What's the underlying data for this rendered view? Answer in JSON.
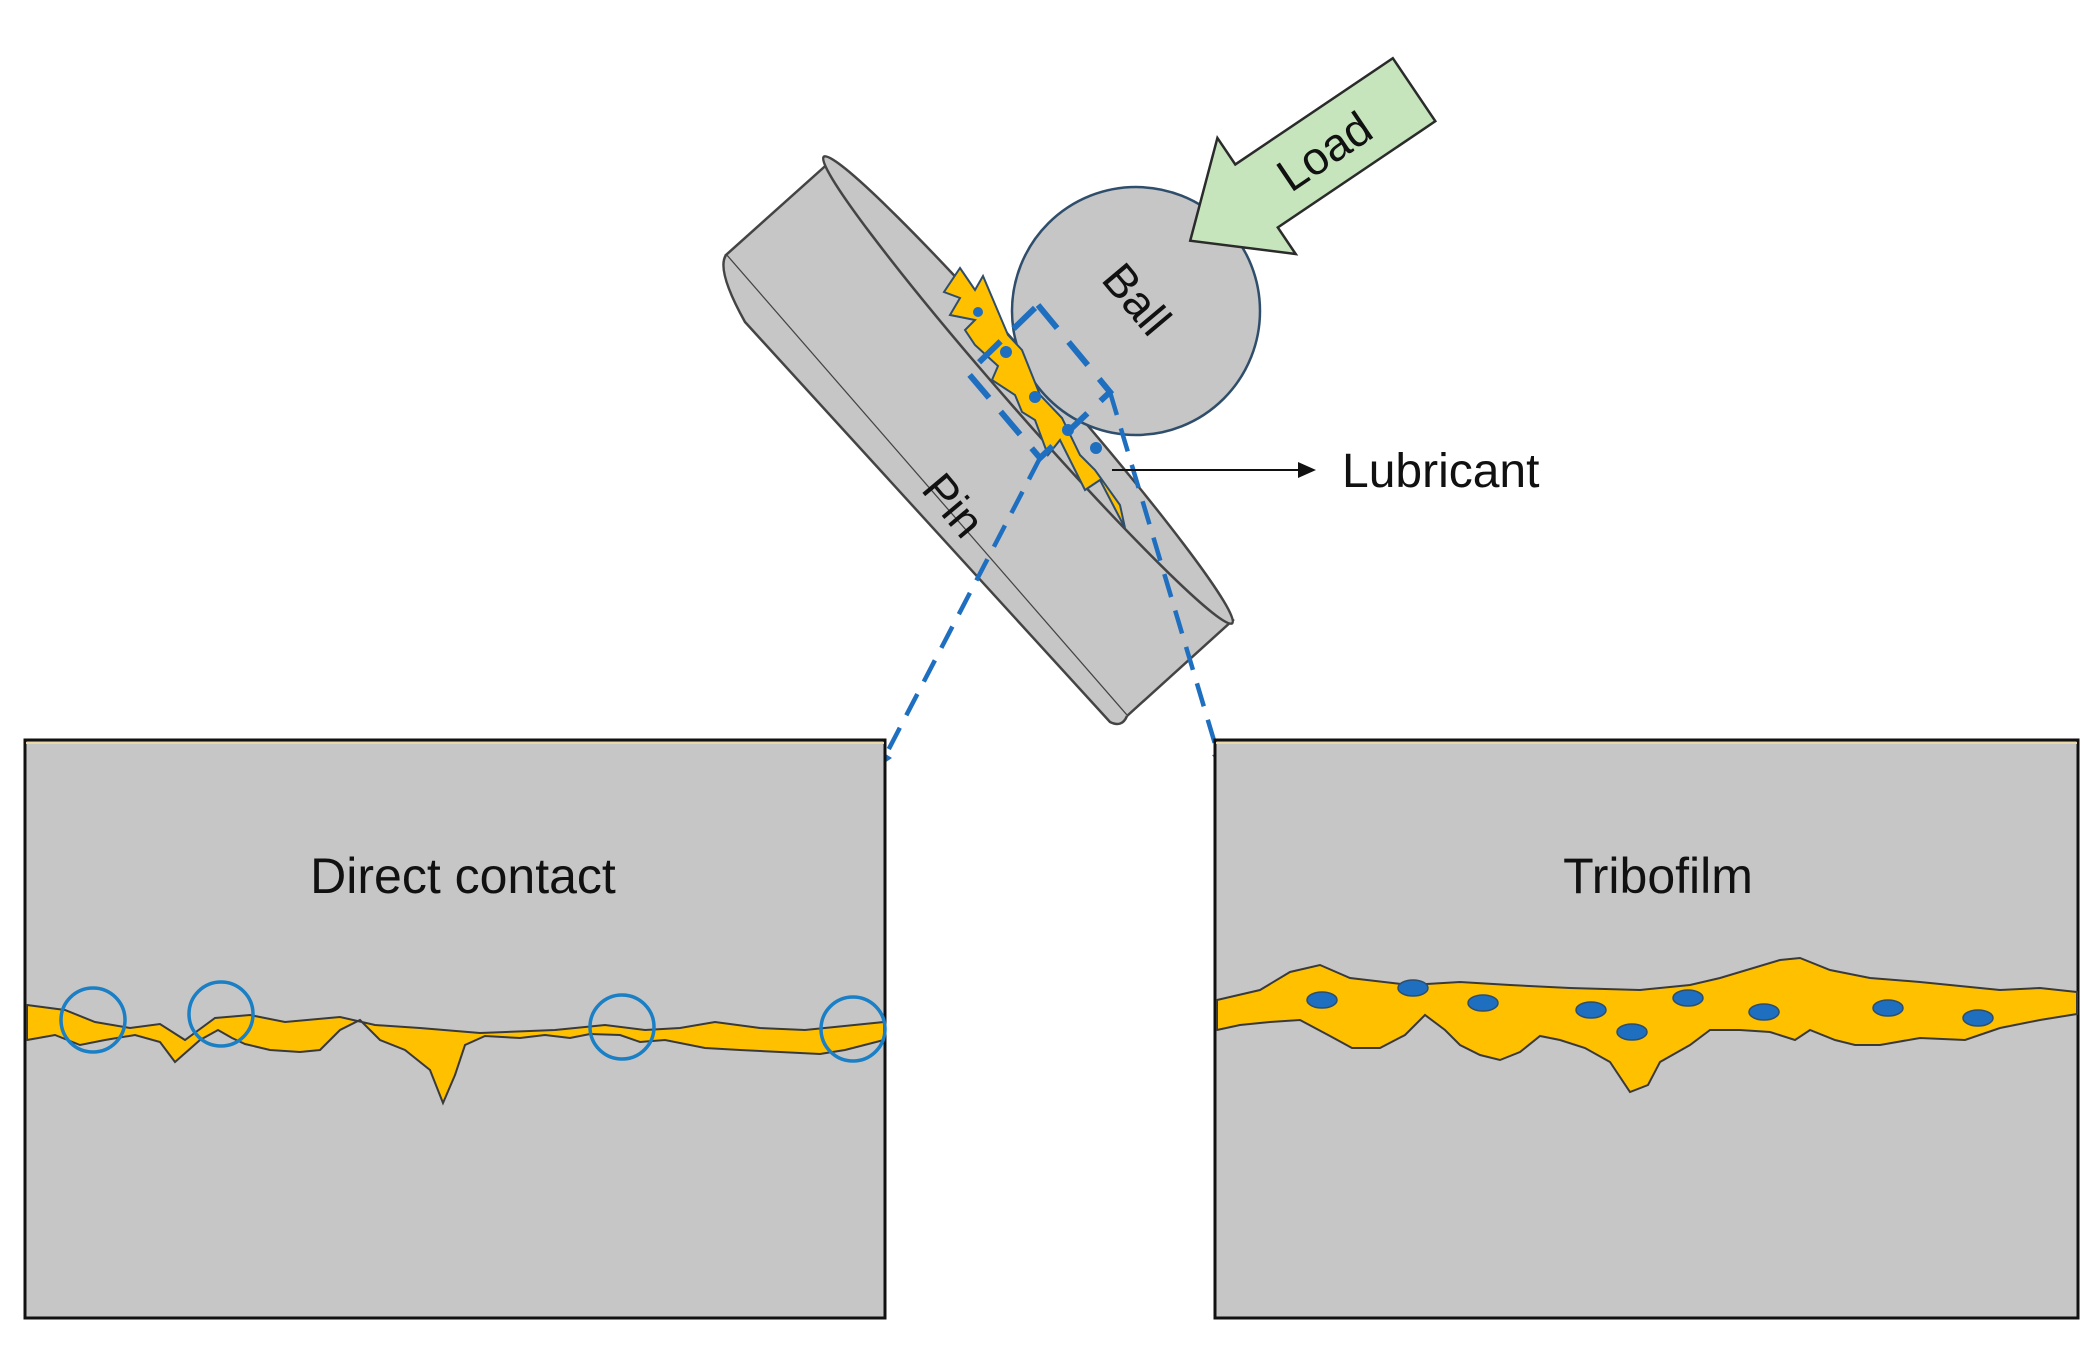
{
  "labels": {
    "load": "Load",
    "ball": "Ball",
    "pin": "Pin",
    "lubricant": "Lubricant",
    "left_panel_title": "Direct contact",
    "right_panel_title": "Tribofilm"
  },
  "colors": {
    "metal_gray": "#c6c6c6",
    "lubricant_yellow": "#ffc000",
    "additive_blue": "#1f6fc0",
    "contact_circle_blue": "#1a7fc4",
    "dash_blue": "#1f6fc0",
    "load_arrow_green": "#c6e5bd",
    "outline": "#3a3a3a"
  }
}
